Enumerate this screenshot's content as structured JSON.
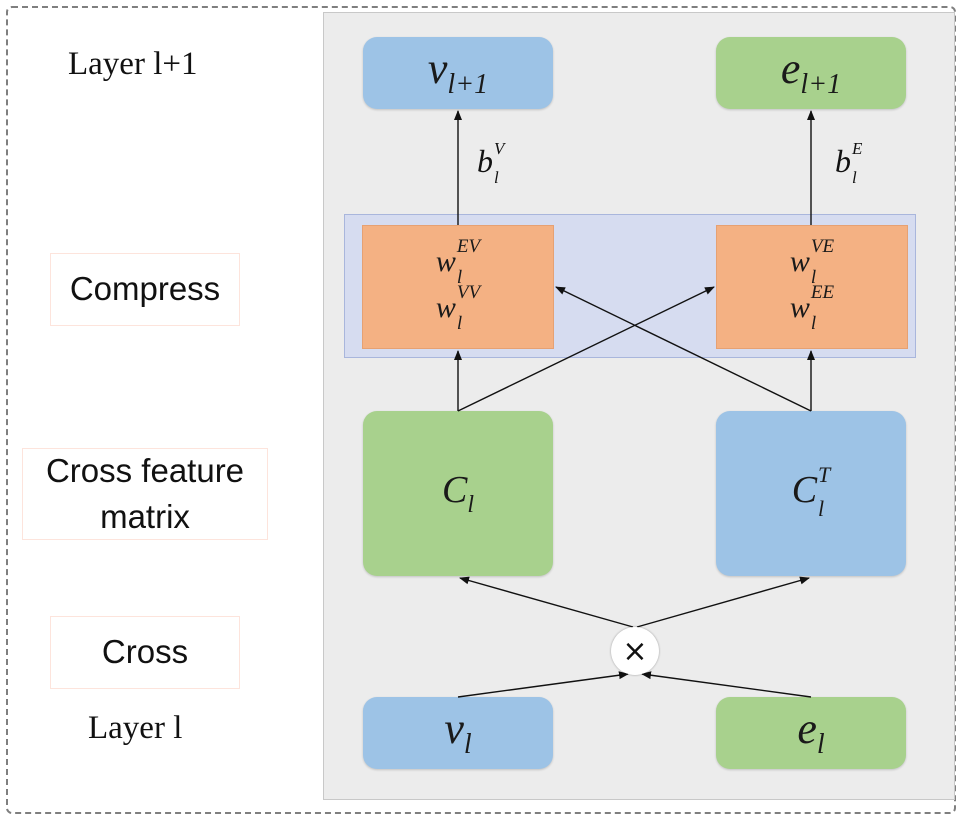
{
  "side_labels": {
    "layer_top": "Layer  l+1",
    "compress": "Compress",
    "cross_feature_line1": "Cross feature",
    "cross_feature_line2": "matrix",
    "cross": "Cross",
    "layer_bottom": "Layer  l"
  },
  "nodes": {
    "v_next": {
      "base": "v",
      "sub": "l+1"
    },
    "e_next": {
      "base": "e",
      "sub": "l+1"
    },
    "w_ev": {
      "base": "w",
      "sup": "EV",
      "sub": "l"
    },
    "w_vv": {
      "base": "w",
      "sup": "VV",
      "sub": "l"
    },
    "w_ve": {
      "base": "w",
      "sup": "VE",
      "sub": "l"
    },
    "w_ee": {
      "base": "w",
      "sup": "EE",
      "sub": "l"
    },
    "c": {
      "base": "C",
      "sub": "l"
    },
    "c_t": {
      "base": "C",
      "sup": "T",
      "sub": "l"
    },
    "v": {
      "base": "v",
      "sub": "l"
    },
    "e": {
      "base": "e",
      "sub": "l"
    }
  },
  "edge_labels": {
    "b_v": {
      "base": "b",
      "sup": "V",
      "sub": "l"
    },
    "b_e": {
      "base": "b",
      "sup": "E",
      "sub": "l"
    }
  },
  "operator": "×",
  "colors": {
    "vertex_blue": "#9dc3e6",
    "edge_green": "#a8d18d",
    "weight_orange": "#f4b183",
    "compress_band": "#d6dcf0",
    "panel_gray": "#ececec"
  }
}
